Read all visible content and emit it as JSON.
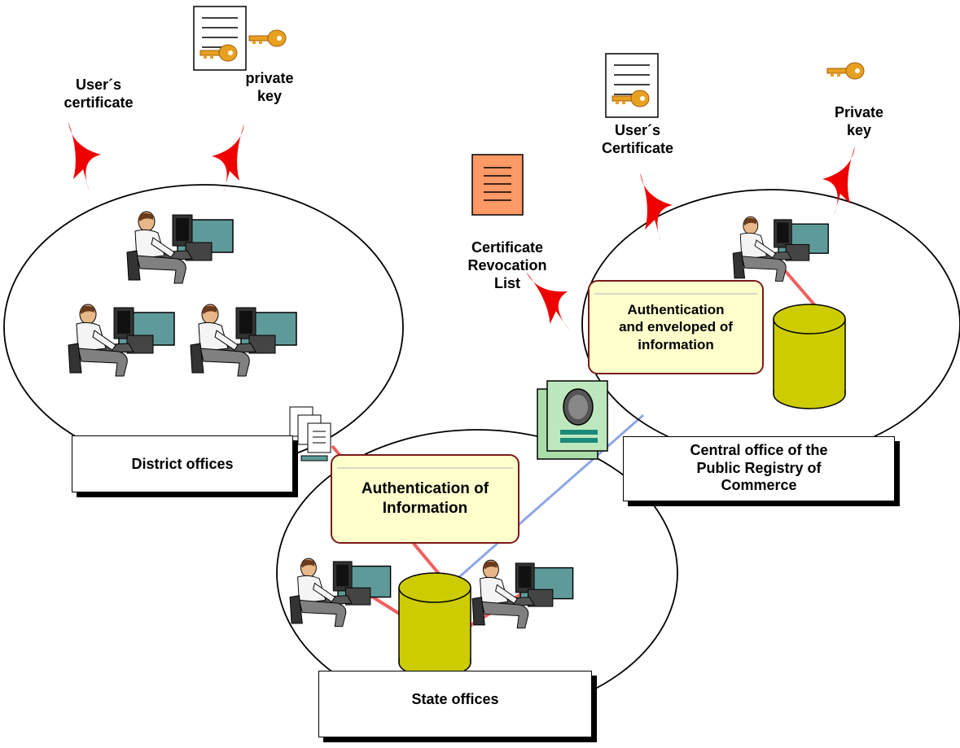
{
  "labels": {
    "users_certificate_left": "User´s\ncertificate",
    "private_key_left": "private\nkey",
    "users_certificate_right": "User´s\nCertificate",
    "private_key_right": "Private\nkey",
    "crl": "Certificate\nRevocation\nList"
  },
  "boxes": {
    "district": "District offices",
    "central": "Central office of the\nPublic Registry  of\nCommerce",
    "state": "State offices"
  },
  "notes": {
    "central_process": "Authentication\nand enveloped of\ninformation",
    "state_process": "Authentication of\nInformation"
  },
  "colors": {
    "arrow": "#ee0000",
    "database": "#cccc00",
    "note_fill": "#ffffcc",
    "red_link": "#f06060",
    "blue_link": "#8ea6e6",
    "crl_doc": "#ff9966",
    "key": "#e8a020",
    "monitor": "#5f9a9a"
  }
}
